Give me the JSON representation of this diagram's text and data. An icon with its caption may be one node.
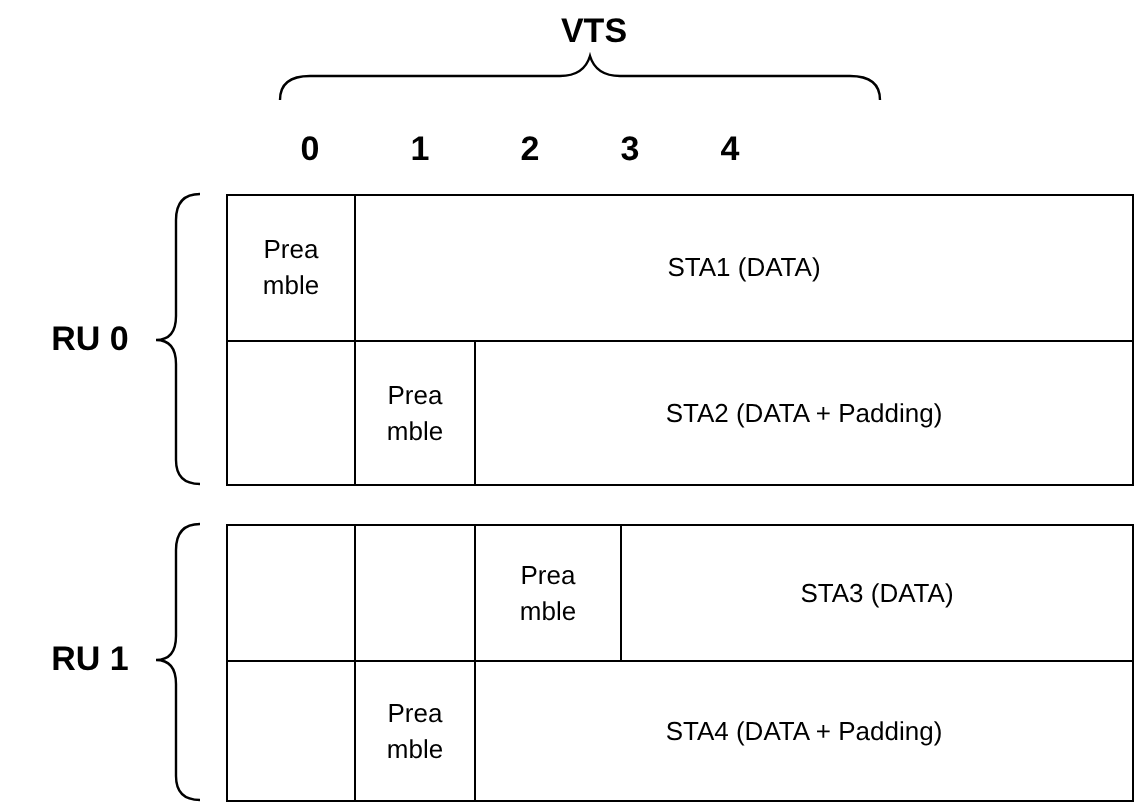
{
  "diagram": {
    "nodes": [
      {
        "text": [
          "Prea mble"
        ]
      },
      {
        "text": [
          "STA1 (DATA)"
        ]
      },
      {
        "text": [],
        "shape": "box"
      },
      {
        "text": [
          "Prea mble"
        ]
      },
      {
        "text": [
          "STA2 (DATA + Padding)"
        ]
      },
      {
        "text": [],
        "shape": "box"
      },
      {
        "text": [],
        "shape": "box"
      },
      {
        "text": [
          "Prea mble"
        ]
      },
      {
        "text": [
          "STA3 (DATA)"
        ]
      },
      {
        "text": [],
        "shape": "box"
      },
      {
        "text": [
          "Prea mble"
        ]
      },
      {
        "text": [
          "STA4 (DATA + Padding)"
        ]
      }
    ],
    "labels": [
      "VTS",
      "0",
      "1",
      "2",
      "3",
      "4",
      "RU 0",
      "RU 1"
    ]
  }
}
